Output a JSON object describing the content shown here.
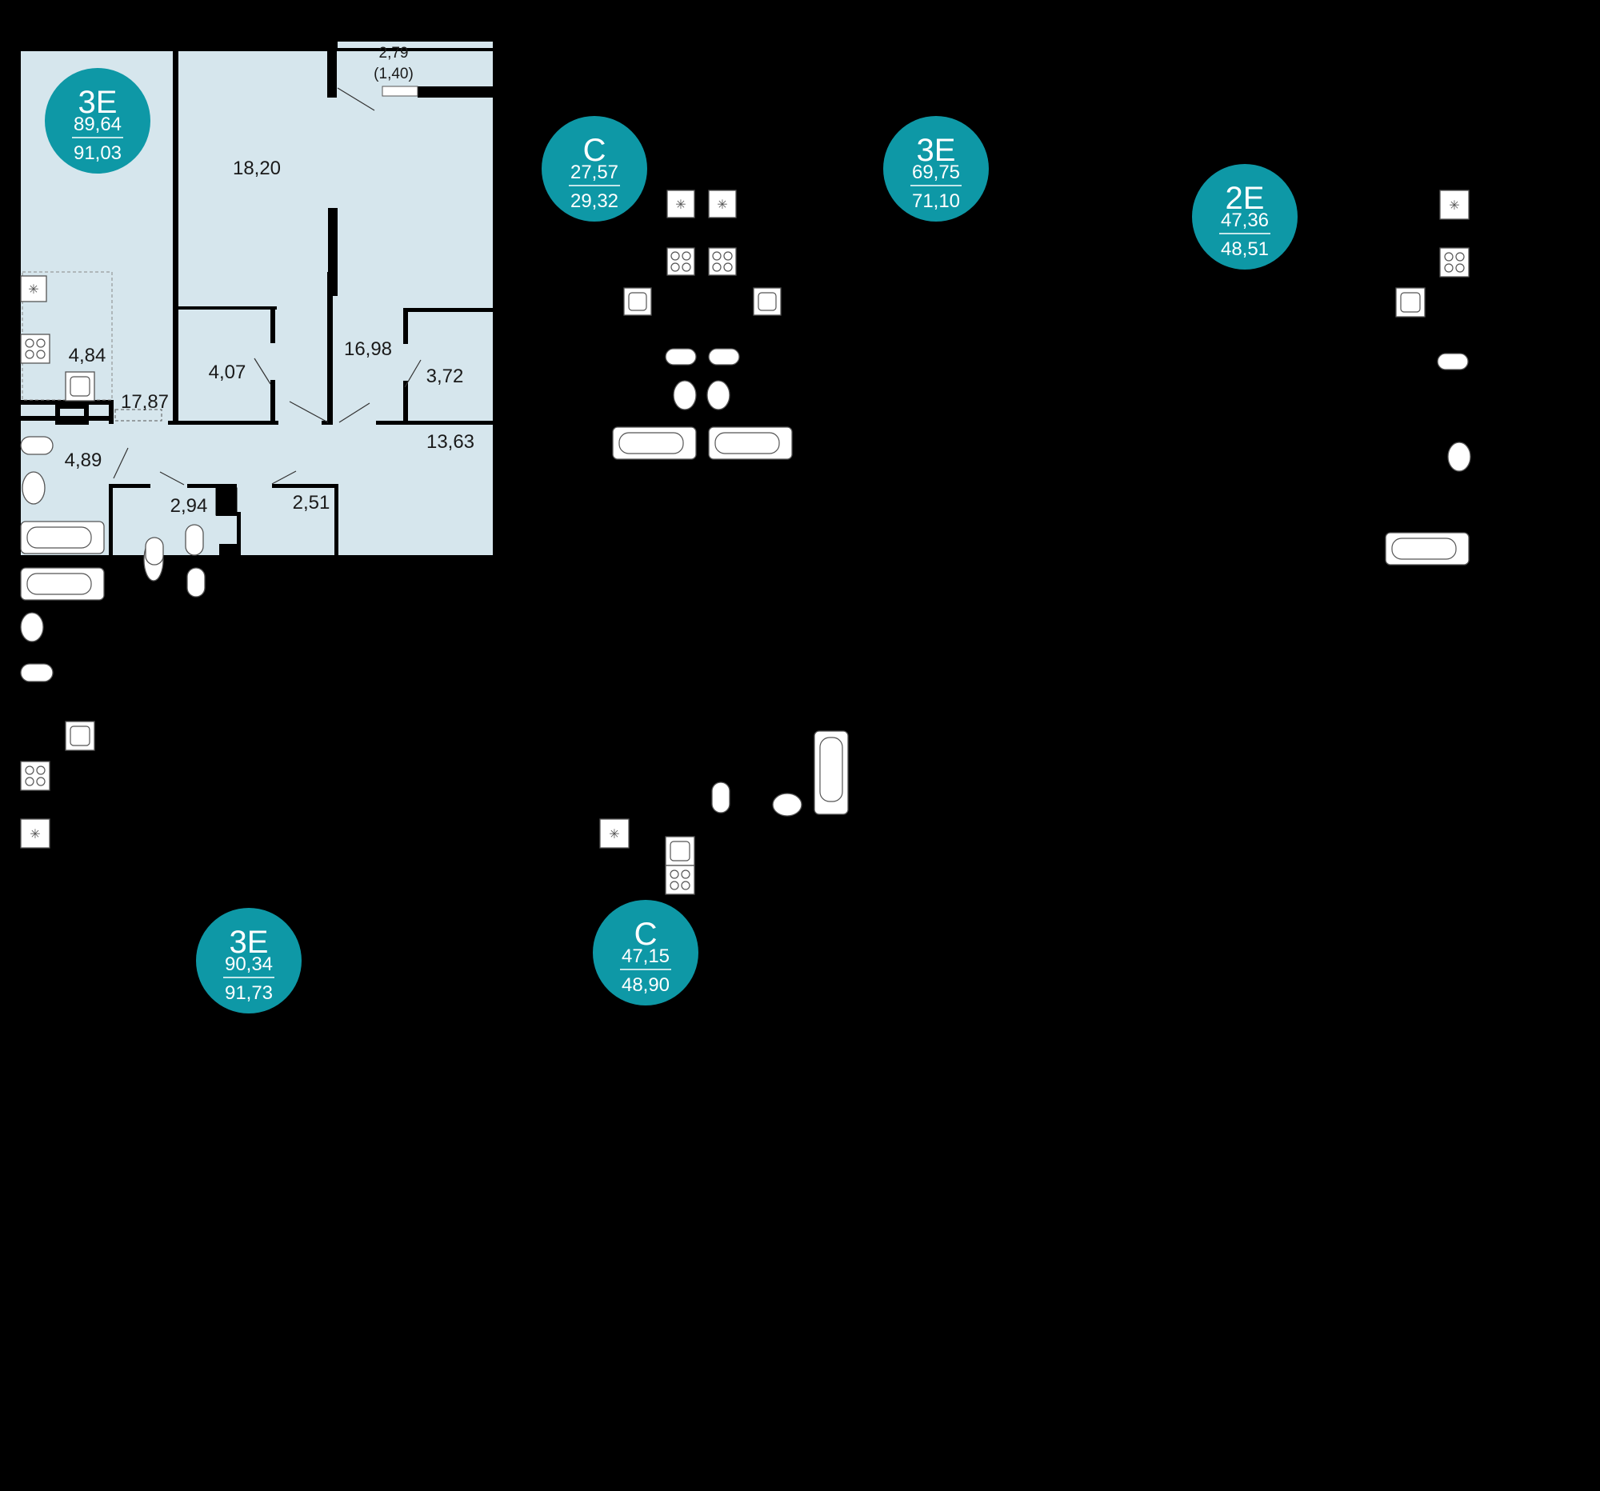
{
  "colors": {
    "background": "#000000",
    "highlight_floor": "#d6e6ed",
    "badge": "#0e98a6",
    "badge_text": "#ffffff",
    "wall": "#000000"
  },
  "rooms": [
    {
      "id": "room-bedroom-1",
      "area": "18,20"
    },
    {
      "id": "room-balcony",
      "area": "2,79",
      "sub": "(1,40)"
    },
    {
      "id": "room-wardrobe-1",
      "area": "4,07"
    },
    {
      "id": "room-bedroom-2",
      "area": "16,98"
    },
    {
      "id": "room-wardrobe-2",
      "area": "3,72"
    },
    {
      "id": "room-kitchen",
      "area": "4,84"
    },
    {
      "id": "room-living",
      "area": "17,87"
    },
    {
      "id": "room-hall",
      "area": "13,63"
    },
    {
      "id": "room-bathroom-1",
      "area": "4,89"
    },
    {
      "id": "room-wc",
      "area": "2,94"
    },
    {
      "id": "room-bathroom-2",
      "area": "2,51"
    }
  ],
  "badges": [
    {
      "type": "3E",
      "area_living": "89,64",
      "area_total": "91,03"
    },
    {
      "type": "С",
      "area_living": "27,57",
      "area_total": "29,32"
    },
    {
      "type": "3E",
      "area_living": "69,75",
      "area_total": "71,10"
    },
    {
      "type": "2E",
      "area_living": "47,36",
      "area_total": "48,51"
    },
    {
      "type": "3E",
      "area_living": "90,34",
      "area_total": "91,73"
    },
    {
      "type": "С",
      "area_living": "47,15",
      "area_total": "48,90"
    }
  ]
}
